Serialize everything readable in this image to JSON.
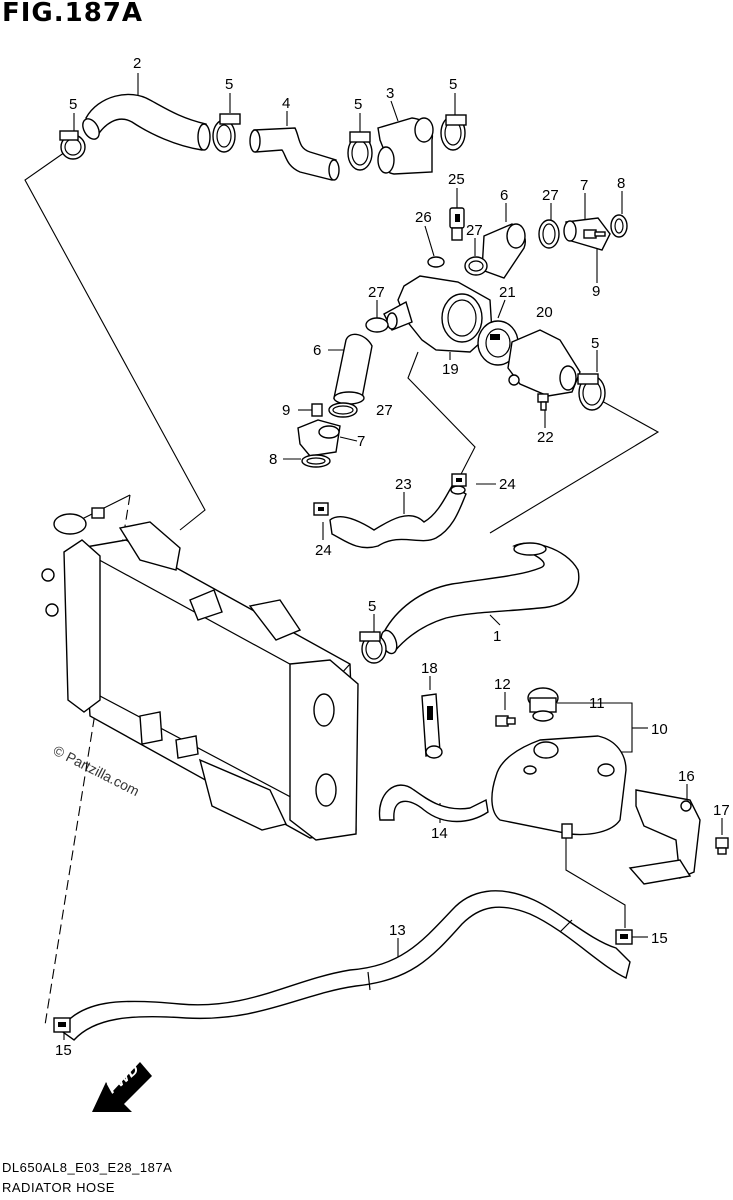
{
  "figure": {
    "title": "FIG.187A",
    "code": "DL650AL8_E03_E28_187A",
    "caption": "RADIATOR HOSE",
    "watermark": "© Partzilla.com",
    "fwd_label": "FWD"
  },
  "labels": [
    "2",
    "5",
    "5",
    "4",
    "5",
    "3",
    "5",
    "25",
    "6",
    "27",
    "7",
    "8",
    "26",
    "27",
    "9",
    "27",
    "21",
    "20",
    "6",
    "19",
    "5",
    "9",
    "27",
    "7",
    "22",
    "8",
    "23",
    "24",
    "24",
    "5",
    "1",
    "18",
    "12",
    "11",
    "10",
    "14",
    "16",
    "17",
    "13",
    "15",
    "15"
  ]
}
